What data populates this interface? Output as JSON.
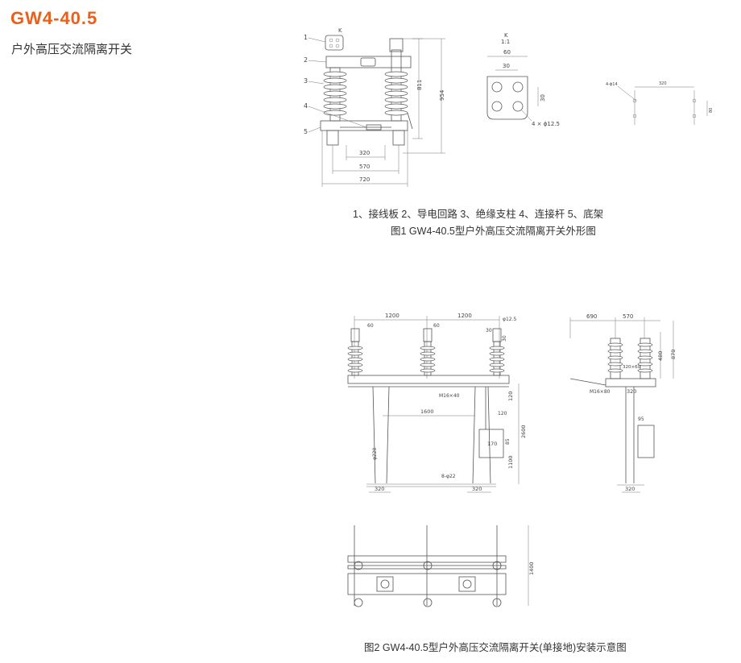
{
  "header": {
    "model": "GW4-40.5",
    "name": "户外高压交流隔离开关"
  },
  "figure1": {
    "legend": "1、接线板   2、导电回路   3、绝缘支柱   4、连接杆   5、底架",
    "caption": "图1  GW4-40.5型户外高压交流隔离开关外形图",
    "callouts": [
      "1",
      "2",
      "3",
      "4",
      "5"
    ],
    "view_k_label": "K",
    "dims": {
      "d811": "811",
      "d954": "954",
      "d320": "320",
      "d570": "570",
      "d720": "720"
    },
    "detail_k": {
      "title": "K",
      "scale": "1:1",
      "d60": "60",
      "d30w": "30",
      "d30h": "30",
      "holes": "4 × ϕ12.5"
    },
    "base_plate": {
      "holes": "4-ϕ14",
      "d320": "320",
      "d80": "80"
    }
  },
  "figure2": {
    "caption": "图2  GW4-40.5型户外高压交流隔离开关(单接地)安装示意图",
    "front_view": {
      "d1200a": "1200",
      "d1200b": "1200",
      "phi125": "φ12.5",
      "d60a": "60",
      "d60b": "60",
      "d30": "30",
      "d30b": "30",
      "m16x40": "M16×40",
      "d1600": "1600",
      "d120a": "120",
      "d120b": "120",
      "d85": "85",
      "d170": "170",
      "d2600": "2600",
      "d1100": "1100",
      "phi220": "φ220",
      "holes": "8-φ22",
      "d320a": "320",
      "d320b": "320"
    },
    "side_view": {
      "d690": "690",
      "d570": "570",
      "d480": "480",
      "d870": "870",
      "d320x60": "320×60",
      "m16x80": "M16×80",
      "d320top": "320",
      "d95": "95",
      "d320": "320"
    },
    "plan_view": {
      "d1400": "1400"
    }
  }
}
